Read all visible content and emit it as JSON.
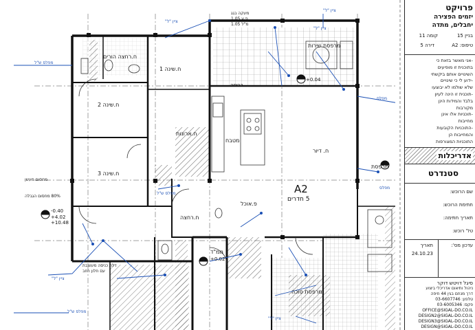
{
  "plan": {
    "unit_type_label": "A2",
    "unit_rooms_label": "5 חדרים",
    "rooms": {
      "master_bathroom": "ח.רחצה הורים",
      "bedroom1": "ח.שינה 1",
      "bedroom2": "ח.שינה 2",
      "bedroom3": "ח.שינה 3",
      "dressing": "ח.ארונות",
      "kitchen": "מטבח",
      "living": "ח. דיור",
      "dining": "פ.אוכל",
      "bathroom": "ח.רחצה",
      "mamad": "ממ\"ד",
      "mamad_level": "+0.02",
      "service_balcony": "מרפסת שירות",
      "sukkah_balcony": "מרפסת סוכה",
      "balcony": "מרפסת",
      "laundry": "כביסה"
    },
    "levels": {
      "entry_minus": "-0.40",
      "entry_plus1": "+4.02",
      "entry_plus2": "+10.48",
      "balcony_level": "+0.04",
      "top_note": "מעקה בגג",
      "top_note2": "פ.ע 1.05",
      "top_note3": "מ\"ל 1.05"
    },
    "blue_notes": {
      "n1": "מפלס ש\"ל",
      "n2": "מפלס ש\"ל",
      "n3": "מפלס",
      "n4": "מפלס",
      "n5": "ציין \"ל\"",
      "n6": "ציין \"ל\"",
      "n7": "ציין \"ל\"",
      "n8": "מפלס ש\"ל",
      "n9": "ציין \"ל\"",
      "n10": "ציין \"ל\""
    },
    "side_note": "80% מחסום הגבלה",
    "side_note2": "מחסום מעשן",
    "door_note": "דלת כניסה מעוצבת",
    "door_note2": "עם חלון רחב"
  },
  "titleblock": {
    "project_label": "פרויקט",
    "project_name": "יזמים הפצירה",
    "project_name2": "יחבלים, מתדה",
    "building_label": "בניין 15",
    "floor_label": "קומה 11",
    "apartment_label": "דירה 5",
    "typology_label": "טיפוס: A2",
    "notes": [
      "-אני מאשר בזאת כי",
      "בתוכנית זו מופיעים",
      "השינויים אותם ביקשתי",
      "-ידוע לי כי שינויים",
      "שלא שולמו לא יבוצעו",
      "-תוכנית זו הינה לעיון",
      "בלבד והמידות הינן",
      "מקורבות",
      "-תוכניות אלו אינן",
      "מחייבות",
      "-התוכניות הקובעות",
      "והמחייבות הן",
      "התוכניות המצורפות"
    ],
    "architecture_label": "אדריכלות",
    "standard_label": "סטנדרט",
    "buyer_name_label": "שם הרוכש:",
    "buyer_signature_label": "חתימת הרוכש:",
    "date_label": "תאריך חתימה:",
    "phone_label": "טל' רוכש:",
    "revision_label": "עדכון מס':",
    "revision_date_label": "תאריך",
    "revision_date": "24.10.23",
    "office_name": "סיגל דויטש דוקר",
    "office_desc": "ניהול ותיאום אדריכלי ביצוע",
    "office_address": "דרך מנחם בגין 44 חיפה",
    "office_phone1": "03-6607746 :טלפון",
    "office_phone2": "03-6005346 :פקס",
    "email1": "OFFICE@SIGAL-DO.CO.IL",
    "email2": "DESIGN2@SIGAL-DO.CO.IL",
    "email3": "DESIGN3@SIGAL-DO.CO.IL",
    "email4": "DESIGN@SIGAL-DO.CO.IL"
  },
  "colors": {
    "wall": "#111111",
    "annotation": "#1a4fb5",
    "hatch": "#555555",
    "tile": "#888888"
  }
}
